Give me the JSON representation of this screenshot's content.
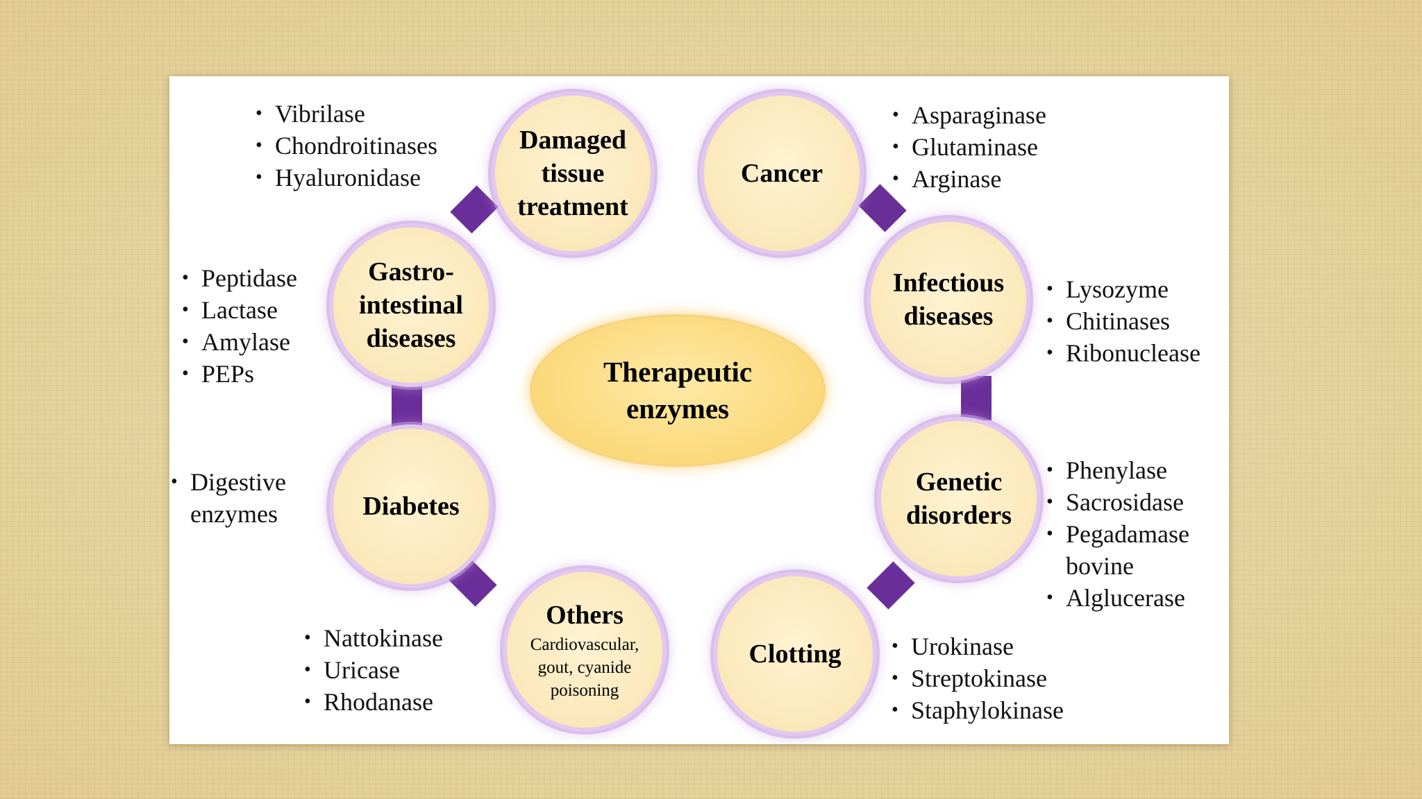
{
  "center": {
    "title": "Therapeutic\nenzymes"
  },
  "colors": {
    "connector": "#6a2e9a",
    "circle_fill": "#fbe8ba",
    "circle_glow": "#e2c8ee",
    "center_fill": "#fbd97a"
  },
  "categories": [
    {
      "title": "Damaged\ntissue\ntreatment",
      "enzymes": [
        "Vibrilase",
        "Chondroitinases",
        "Hyaluronidase"
      ]
    },
    {
      "title": "Cancer",
      "enzymes": [
        "Asparaginase",
        "Glutaminase",
        "Arginase"
      ]
    },
    {
      "title": "Infectious\ndiseases",
      "enzymes": [
        "Lysozyme",
        "Chitinases",
        "Ribonuclease"
      ]
    },
    {
      "title": "Genetic\ndisorders",
      "enzymes": [
        "Phenylase",
        "Sacrosidase",
        "Pegadamase\nbovine",
        "Alglucerase"
      ]
    },
    {
      "title": "Clotting",
      "enzymes": [
        "Urokinase",
        "Streptokinase",
        "Staphylokinase"
      ]
    },
    {
      "title": "Others",
      "subtitle": "Cardiovascular,\ngout, cyanide\npoisoning",
      "enzymes": [
        "Nattokinase",
        "Uricase",
        "Rhodanase"
      ]
    },
    {
      "title": "Diabetes",
      "enzymes": [
        "Digestive\nenzymes"
      ]
    },
    {
      "title": "Gastro-\nintestinal\ndiseases",
      "enzymes": [
        "Peptidase",
        "Lactase",
        "Amylase",
        "PEPs"
      ]
    }
  ]
}
